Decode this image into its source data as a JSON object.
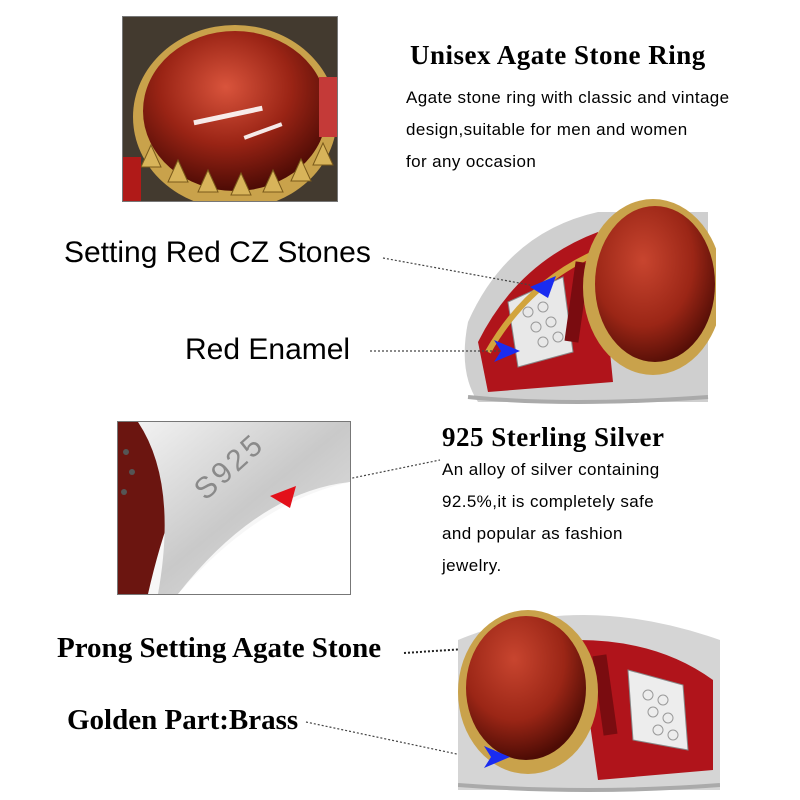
{
  "colors": {
    "agate": "#a3291c",
    "agate_dark": "#5e1008",
    "gold": "#c99a35",
    "silver": "#bdbdbd",
    "enamel": "#b5141b",
    "arrow_blue": "#1a2cf0",
    "arrow_red": "#e3101a"
  },
  "section_agate": {
    "title": "Unisex Agate Stone Ring",
    "desc_lines": [
      "Agate stone ring with classic and vintage",
      "design,suitable for men and women",
      "for any occasion"
    ]
  },
  "callouts_top": {
    "cz": "Setting Red CZ Stones",
    "enamel": "Red Enamel"
  },
  "section_silver": {
    "title": "925 Sterling Silver",
    "stamp": "S925",
    "desc_lines": [
      "An alloy of silver containing",
      "92.5%,it is completely safe",
      "and popular as fashion",
      "jewelry."
    ]
  },
  "callouts_bottom": {
    "prong": "Prong Setting Agate Stone",
    "golden": "Golden Part:Brass"
  },
  "icons": [
    "blue-arrow-icon",
    "red-arrow-icon"
  ]
}
